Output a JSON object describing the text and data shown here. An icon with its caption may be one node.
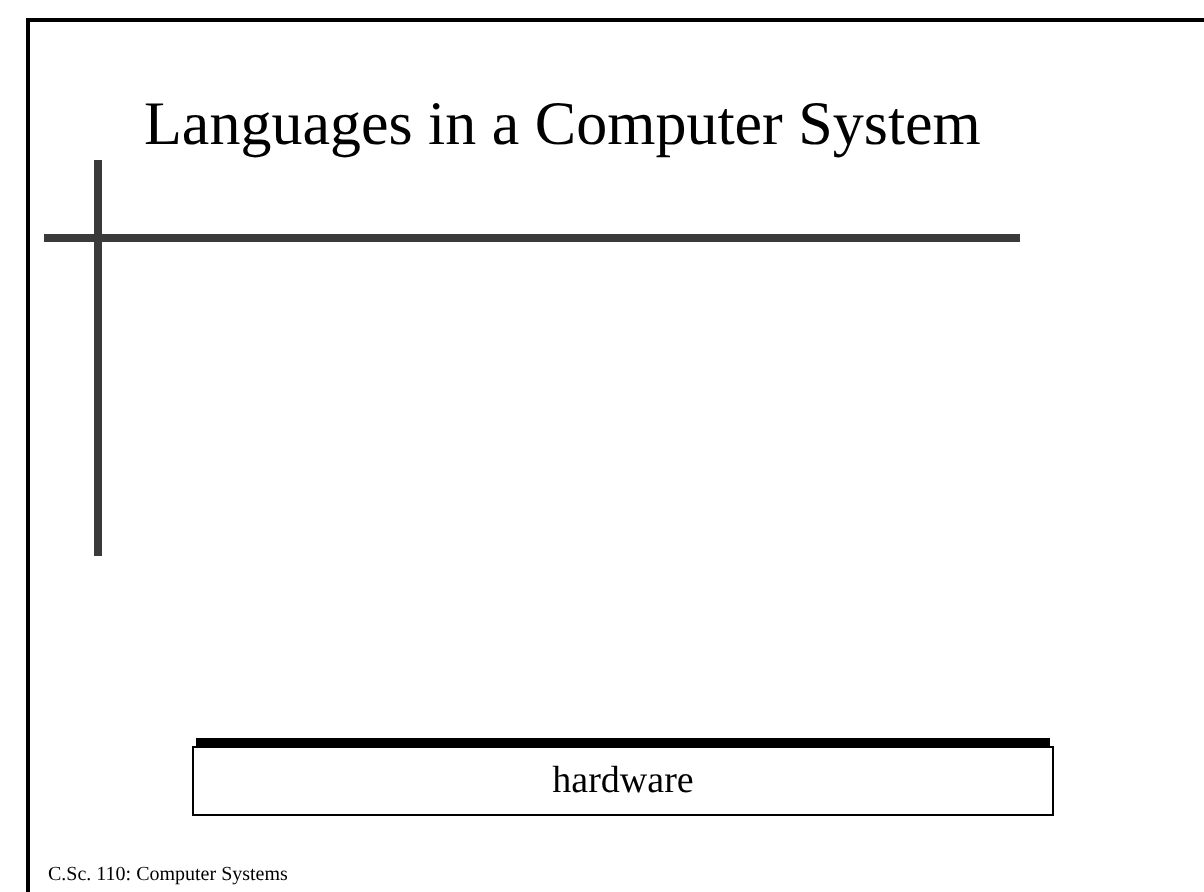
{
  "diagram": {
    "title": "Languages in a Computer System",
    "nodes": [
      {
        "text": [
          "hardware"
        ]
      }
    ],
    "edges": [],
    "labels": [
      "C.Sc. 110: Computer Systems"
    ]
  }
}
